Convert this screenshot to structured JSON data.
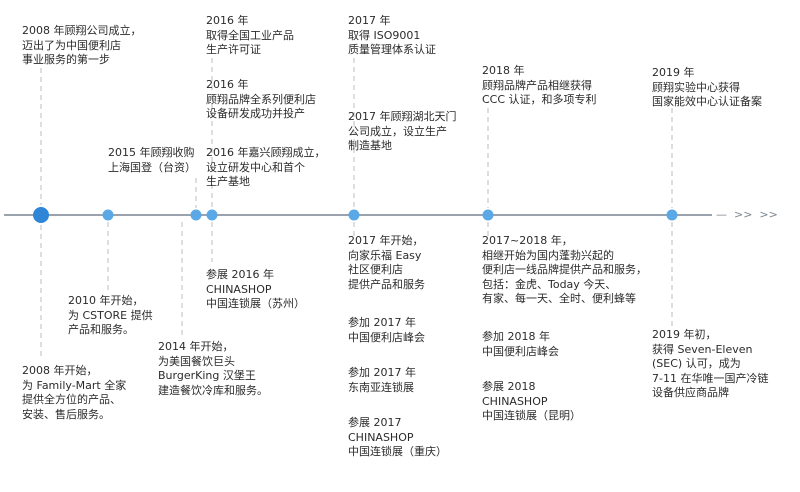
{
  "colors": {
    "axis": "#9aa3ad",
    "connector": "#b8bec6",
    "node": "#5aa9e6",
    "node_major": "#2f86d6",
    "text": "#2b2b2b"
  },
  "axis_end_arrows": "—  >>  >>",
  "above": {
    "e2008": "2008 年顾翔公司成立，\n迈出了为中国便利店\n事业服务的第一步",
    "e2015": "2015 年顾翔收购\n上海国登（台资）",
    "e2016_license": "2016 年\n取得全国工业产品\n生产许可证",
    "e2016_full": "2016 年\n顾翔品牌全系列便利店\n设备研发成功并投产",
    "e2016_jiaxing": "2016 年嘉兴顾翔成立，\n设立研发中心和首个\n生产基地",
    "e2017_iso": "2017 年\n取得 ISO9001\n质量管理体系认证",
    "e2017_hubei": "2017 年顾翔湖北天门\n公司成立，设立生产\n制造基地",
    "e2018_ccc": "2018 年\n顾翔品牌产品相继获得\nCCC 认证，和多项专利",
    "e2019_lab": "2019 年\n顾翔实验中心获得\n国家能效中心认证备案"
  },
  "below": {
    "e2010": "2010 年开始，\n为 CSTORE 提供\n产品和服务。",
    "e2008_fm": "2008 年开始，\n为 Family-Mart 全家\n提供全方位的产品、\n安装、售后服务。",
    "e2014": "2014 年开始，\n为美国餐饮巨头\nBurgerKing 汉堡王\n建造餐饮冷库和服务。",
    "e2016_show": "参展 2016 年\nCHINASHOP\n中国连锁展（苏州）",
    "e2017_easy": "2017 年开始，\n向家乐福 Easy\n社区便利店\n提供产品和服务",
    "e2017_summit": "参加 2017 年\n中国便利店峰会",
    "e2017_sea": "参加 2017 年\n东南亚连锁展",
    "e2017_show": "参展 2017\nCHINASHOP\n中国连锁展（重庆）",
    "e2017_2018": "2017~2018 年，\n相继开始为国内蓬勃兴起的\n便利店一线品牌提供产品和服务，\n包括：金虎、Today 今天、\n有家、每一天、全时、便利蜂等",
    "e2018_summit": "参加 2018 年\n中国便利店峰会",
    "e2018_show": "参展 2018\nCHINASHOP\n中国连锁展（昆明）",
    "e2019_sec": "2019 年初，\n获得 Seven-Eleven\n(SEC) 认可，成为\n7-11 在华唯一国产冷链\n设备供应商品牌"
  }
}
